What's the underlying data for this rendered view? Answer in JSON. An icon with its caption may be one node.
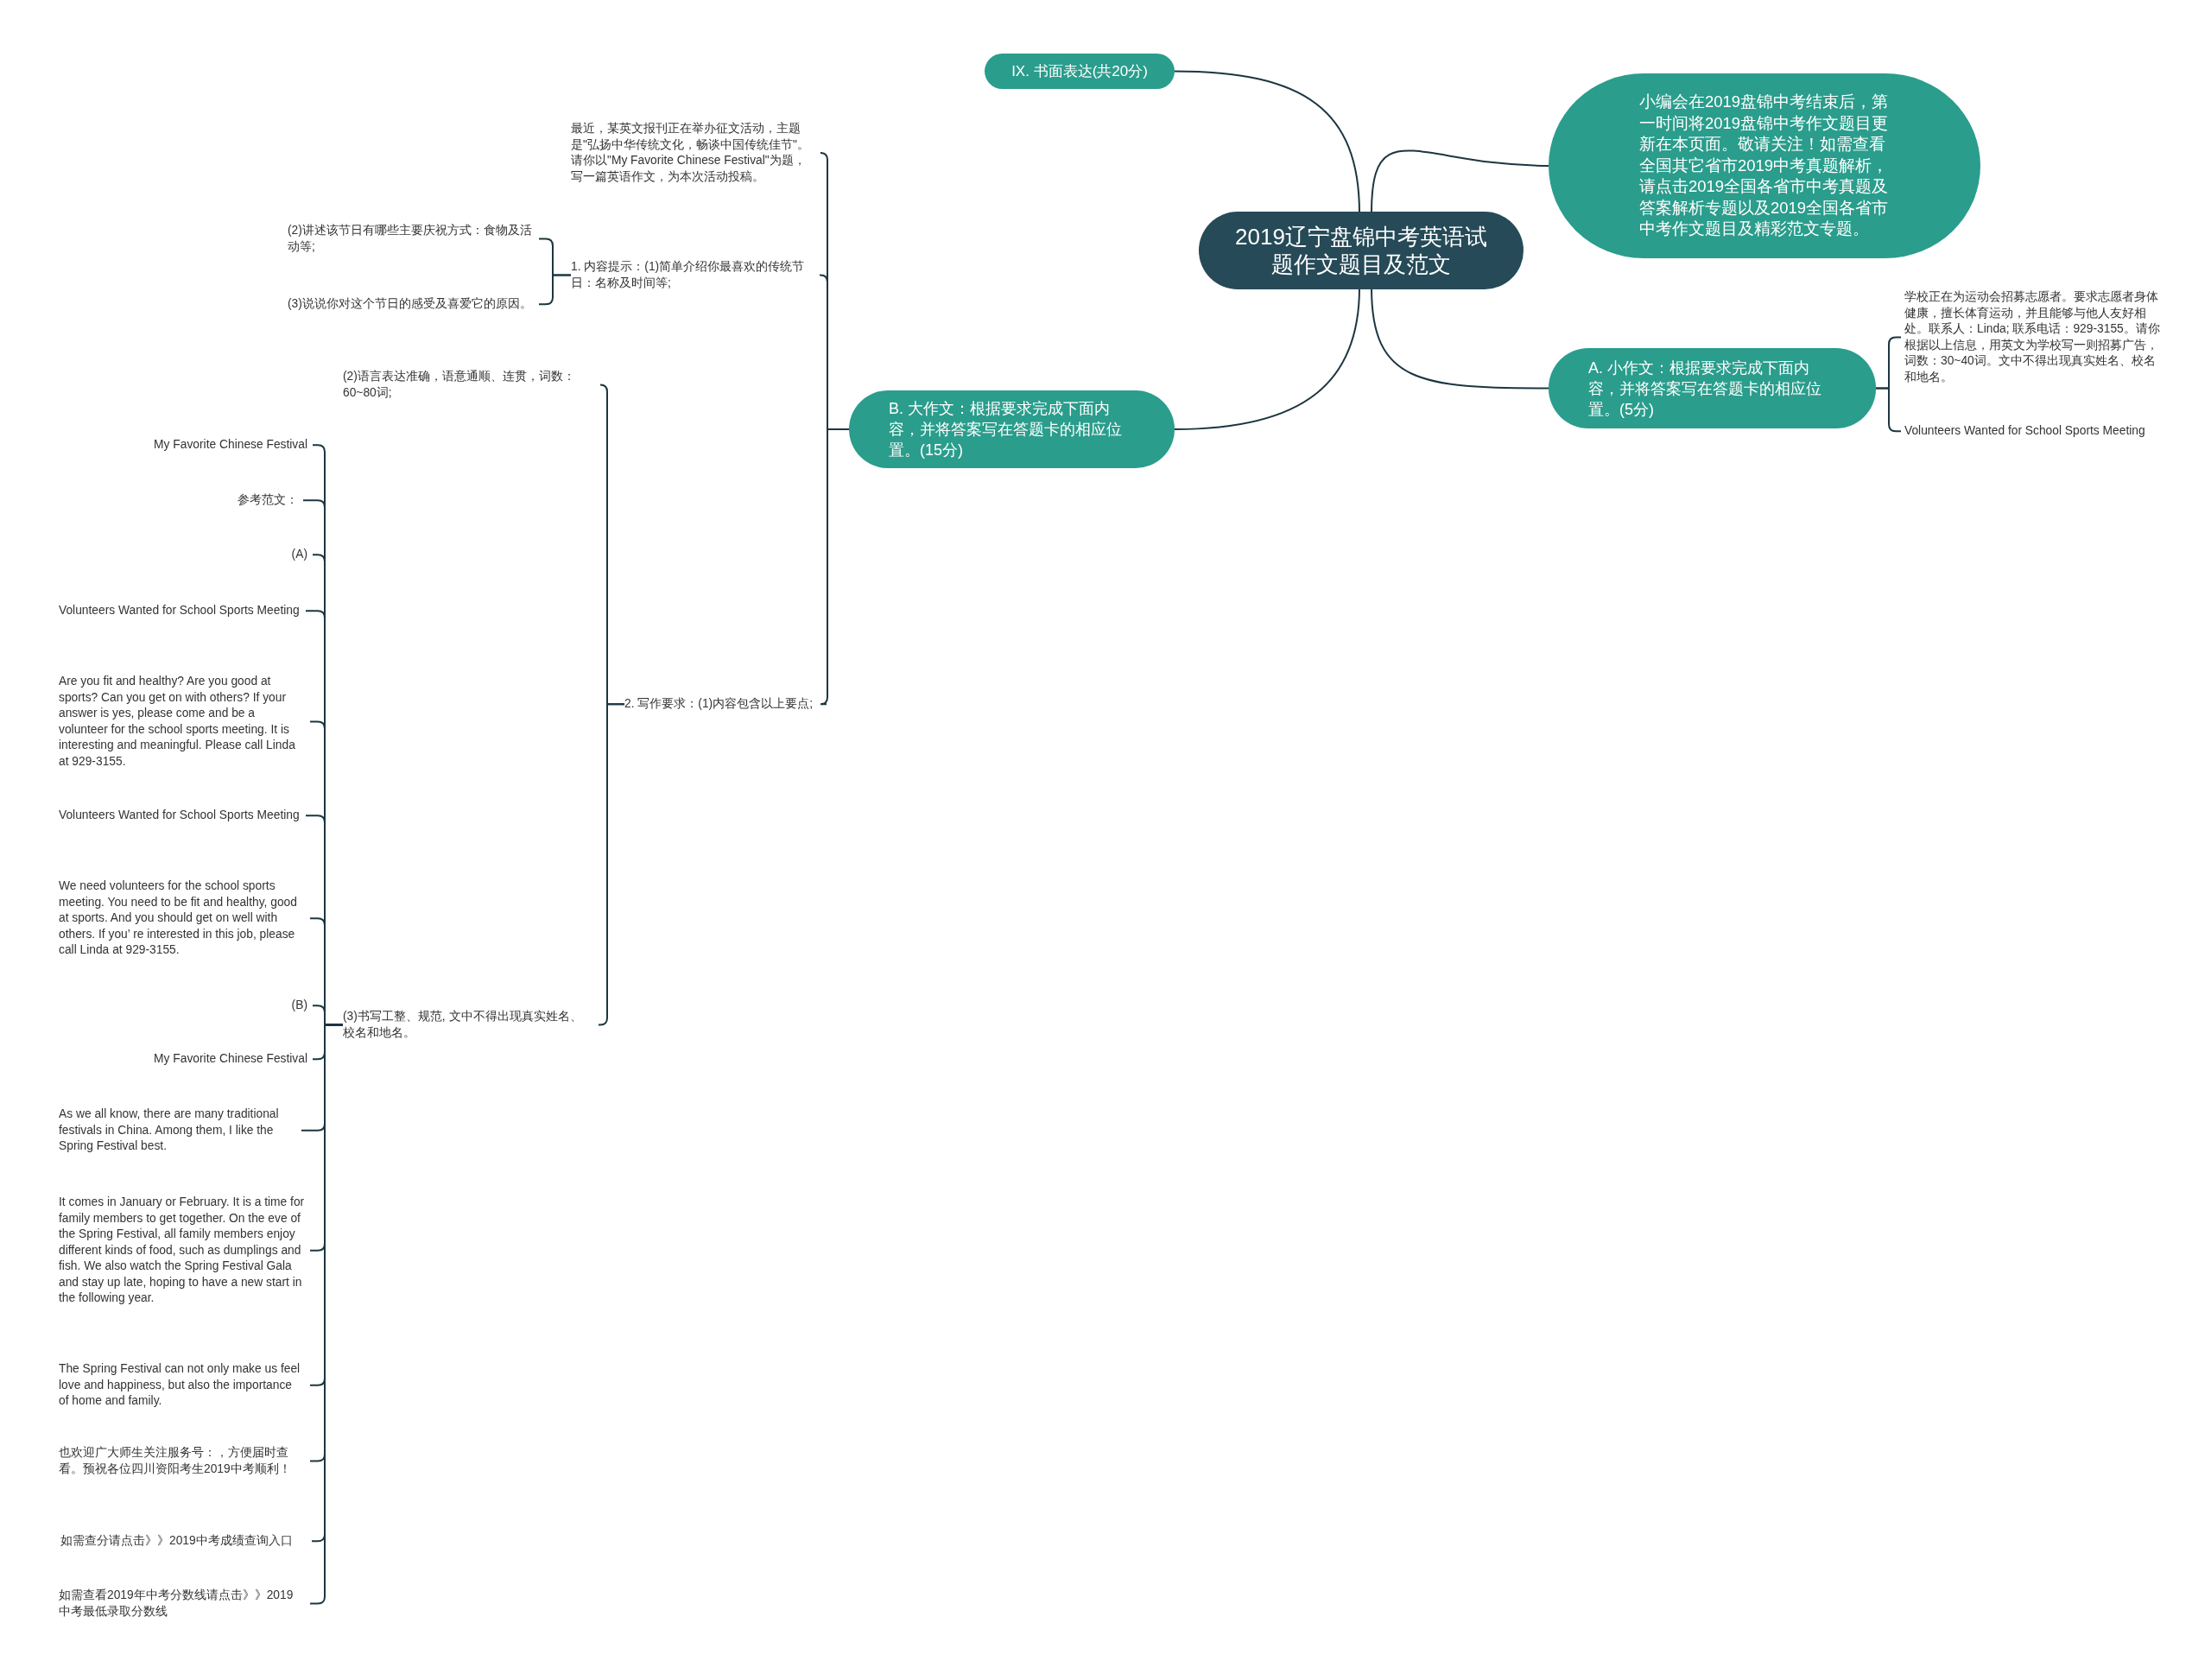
{
  "diagram": {
    "nodes": [
      {
        "text": [
          "2019辽宁盘锦中考英语试题作文题目及范文"
        ]
      },
      {
        "text": [
          "IX. 书面表达(共20分)"
        ]
      },
      {
        "text": [
          "小编会在2019盘锦中考结束后，第一时间将2019盘锦中考作文题目更新在本页面。敬请关注！如需查看全国其它省市2019中考真题解析，请点击2019全国各省市中考真题及答案解析专题以及2019全国各省市中考作文题目及精彩范文专题。"
        ]
      },
      {
        "text": [
          "A. 小作文：根据要求完成下面内容，并将答案写在答题卡的相应位置。(5分)"
        ]
      },
      {
        "text": [
          "学校正在为运动会招募志愿者。要求志愿者身体健康，擅长体育运动，并且能够与他人友好相处。联系人：Linda; 联系电话：929-3155。请你根据以上信息，用英文为学校写一则招募广告，词数：30~40词。文中不得出现真实姓名、校名和地名。"
        ]
      },
      {
        "text": [
          "Volunteers Wanted for School Sports Meeting"
        ]
      },
      {
        "text": [
          "B. 大作文：根据要求完成下面内容，并将答案写在答题卡的相应位置。(15分)"
        ]
      },
      {
        "text": [
          "最近，某英文报刊正在举办征文活动，主题是\"弘扬中华传统文化，畅谈中国传统佳节\"。请你以\"My Favorite Chinese Festival\"为题，写一篇英语作文，为本次活动投稿。"
        ]
      },
      {
        "text": [
          "1. 内容提示：(1)简单介绍你最喜欢的传统节日：名称及时间等;"
        ]
      },
      {
        "text": [
          "(2)讲述该节日有哪些主要庆祝方式：食物及活动等;"
        ]
      },
      {
        "text": [
          "(3)说说你对这个节日的感受及喜爱它的原因。"
        ]
      },
      {
        "text": [
          "2. 写作要求：(1)内容包含以上要点;"
        ]
      },
      {
        "text": [
          "(2)语言表达准确，语意通顺、连贯，词数：60~80词;"
        ]
      },
      {
        "text": [
          "(3)书写工整、规范, 文中不得出现真实姓名、校名和地名。"
        ]
      },
      {
        "text": [
          "My Favorite Chinese Festival"
        ]
      },
      {
        "text": [
          "参考范文："
        ]
      },
      {
        "text": [
          "(A)"
        ]
      },
      {
        "text": [
          "Volunteers Wanted for School Sports Meeting"
        ]
      },
      {
        "text": [
          "Are you fit and healthy? Are you good at sports? Can you get on with others? If your answer is yes, please come and be a volunteer for the school sports meeting. It is interesting and meaningful. Please call Linda at 929-3155."
        ]
      },
      {
        "text": [
          "Volunteers Wanted for School Sports Meeting"
        ]
      },
      {
        "text": [
          "We need volunteers for the school sports meeting. You need to be fit and healthy, good at sports. And you should get on well with others. If you’ re interested in this job, please call Linda at 929-3155."
        ]
      },
      {
        "text": [
          "(B)"
        ]
      },
      {
        "text": [
          "My Favorite Chinese Festival"
        ]
      },
      {
        "text": [
          "As we all know, there are many traditional festivals in China. Among them, I like the Spring Festival best."
        ]
      },
      {
        "text": [
          "It comes in January or February. It is a time for family members to get together. On the eve of the Spring Festival, all family members enjoy different kinds of food, such as dumplings and fish. We also watch the Spring Festival Gala and stay up late, hoping to have a new start in the following year."
        ]
      },
      {
        "text": [
          "The Spring Festival can not only make us feel love and happiness, but also the importance of home and family."
        ]
      },
      {
        "text": [
          "也欢迎广大师生关注服务号：，方便届时查看。预祝各位四川资阳考生2019中考顺利！"
        ]
      },
      {
        "text": [
          "如需查分请点击》》2019中考成绩查询入口"
        ]
      },
      {
        "text": [
          "如需查看2019年中考分数线请点击》》2019中考最低录取分数线"
        ]
      }
    ],
    "edges": [
      {
        "from": 0,
        "to": 1,
        "arrow": "none"
      },
      {
        "from": 0,
        "to": 2,
        "arrow": "none"
      },
      {
        "from": 0,
        "to": 3,
        "arrow": "none"
      },
      {
        "from": 0,
        "to": 6,
        "arrow": "none"
      },
      {
        "from": 3,
        "to": 4,
        "arrow": "none"
      },
      {
        "from": 3,
        "to": 5,
        "arrow": "none"
      },
      {
        "from": 6,
        "to": 7,
        "arrow": "none"
      },
      {
        "from": 6,
        "to": 8,
        "arrow": "none"
      },
      {
        "from": 6,
        "to": 11,
        "arrow": "none"
      },
      {
        "from": 8,
        "to": 9,
        "arrow": "none"
      },
      {
        "from": 8,
        "to": 10,
        "arrow": "none"
      },
      {
        "from": 11,
        "to": 12,
        "arrow": "none"
      },
      {
        "from": 11,
        "to": 13,
        "arrow": "none"
      },
      {
        "from": 13,
        "to": 14,
        "arrow": "none"
      },
      {
        "from": 13,
        "to": 15,
        "arrow": "none"
      },
      {
        "from": 13,
        "to": 16,
        "arrow": "none"
      },
      {
        "from": 13,
        "to": 17,
        "arrow": "none"
      },
      {
        "from": 13,
        "to": 18,
        "arrow": "none"
      },
      {
        "from": 13,
        "to": 19,
        "arrow": "none"
      },
      {
        "from": 13,
        "to": 20,
        "arrow": "none"
      },
      {
        "from": 13,
        "to": 21,
        "arrow": "none"
      },
      {
        "from": 13,
        "to": 22,
        "arrow": "none"
      },
      {
        "from": 13,
        "to": 23,
        "arrow": "none"
      },
      {
        "from": 13,
        "to": 24,
        "arrow": "none"
      },
      {
        "from": 13,
        "to": 25,
        "arrow": "none"
      },
      {
        "from": 13,
        "to": 26,
        "arrow": "none"
      },
      {
        "from": 13,
        "to": 27,
        "arrow": "none"
      },
      {
        "from": 13,
        "to": 28,
        "arrow": "none"
      }
    ]
  }
}
